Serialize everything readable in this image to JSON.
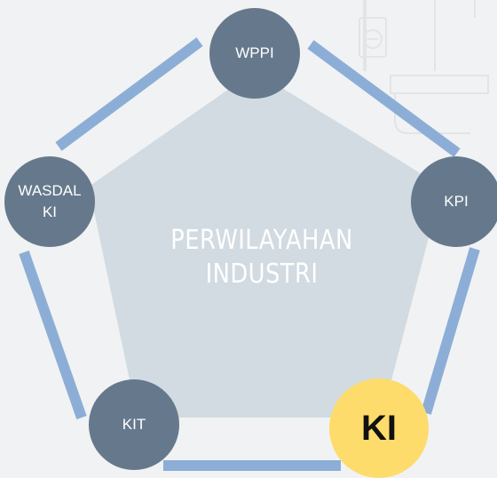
{
  "diagram": {
    "center_text": {
      "line1": "PERWILAYAHAN",
      "line2": "INDUSTRI"
    },
    "nodes": [
      {
        "id": "wppi",
        "label": "WPPI",
        "highlighted": false
      },
      {
        "id": "kpi",
        "label": "KPI",
        "highlighted": false
      },
      {
        "id": "ki",
        "label": "KI",
        "highlighted": true
      },
      {
        "id": "kit",
        "label": "KIT",
        "highlighted": false
      },
      {
        "id": "wasdal-ki",
        "label": "WASDAL\nKI",
        "highlighted": false
      }
    ]
  },
  "colors": {
    "background": "#f1f2f3",
    "pentagon_fill": "#d1dbe1",
    "connector_bar": "#8caed6",
    "node_fill": "#66798c",
    "highlight_fill": "#fddc6c",
    "highlight_text": "#111111",
    "node_text": "#ffffff"
  }
}
